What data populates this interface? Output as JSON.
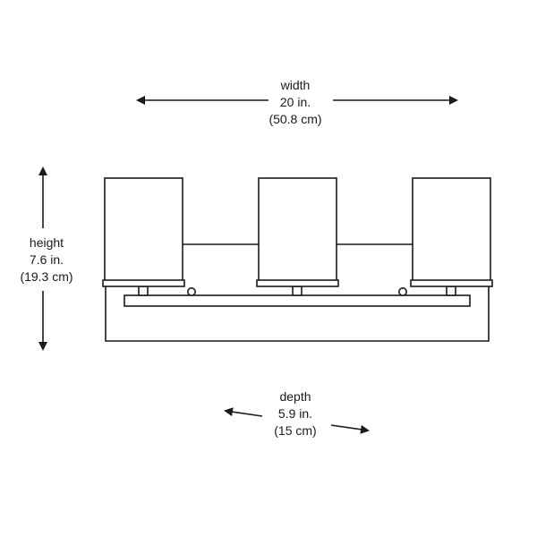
{
  "dimensions": {
    "width": {
      "name": "width",
      "imperial": "20 in.",
      "metric": "(50.8 cm)"
    },
    "height": {
      "name": "height",
      "imperial": "7.6 in.",
      "metric": "(19.3 cm)"
    },
    "depth": {
      "name": "depth",
      "imperial": "5.9 in.",
      "metric": "(15 cm)"
    }
  },
  "colors": {
    "line": "#1a1a1a",
    "background": "#ffffff"
  }
}
